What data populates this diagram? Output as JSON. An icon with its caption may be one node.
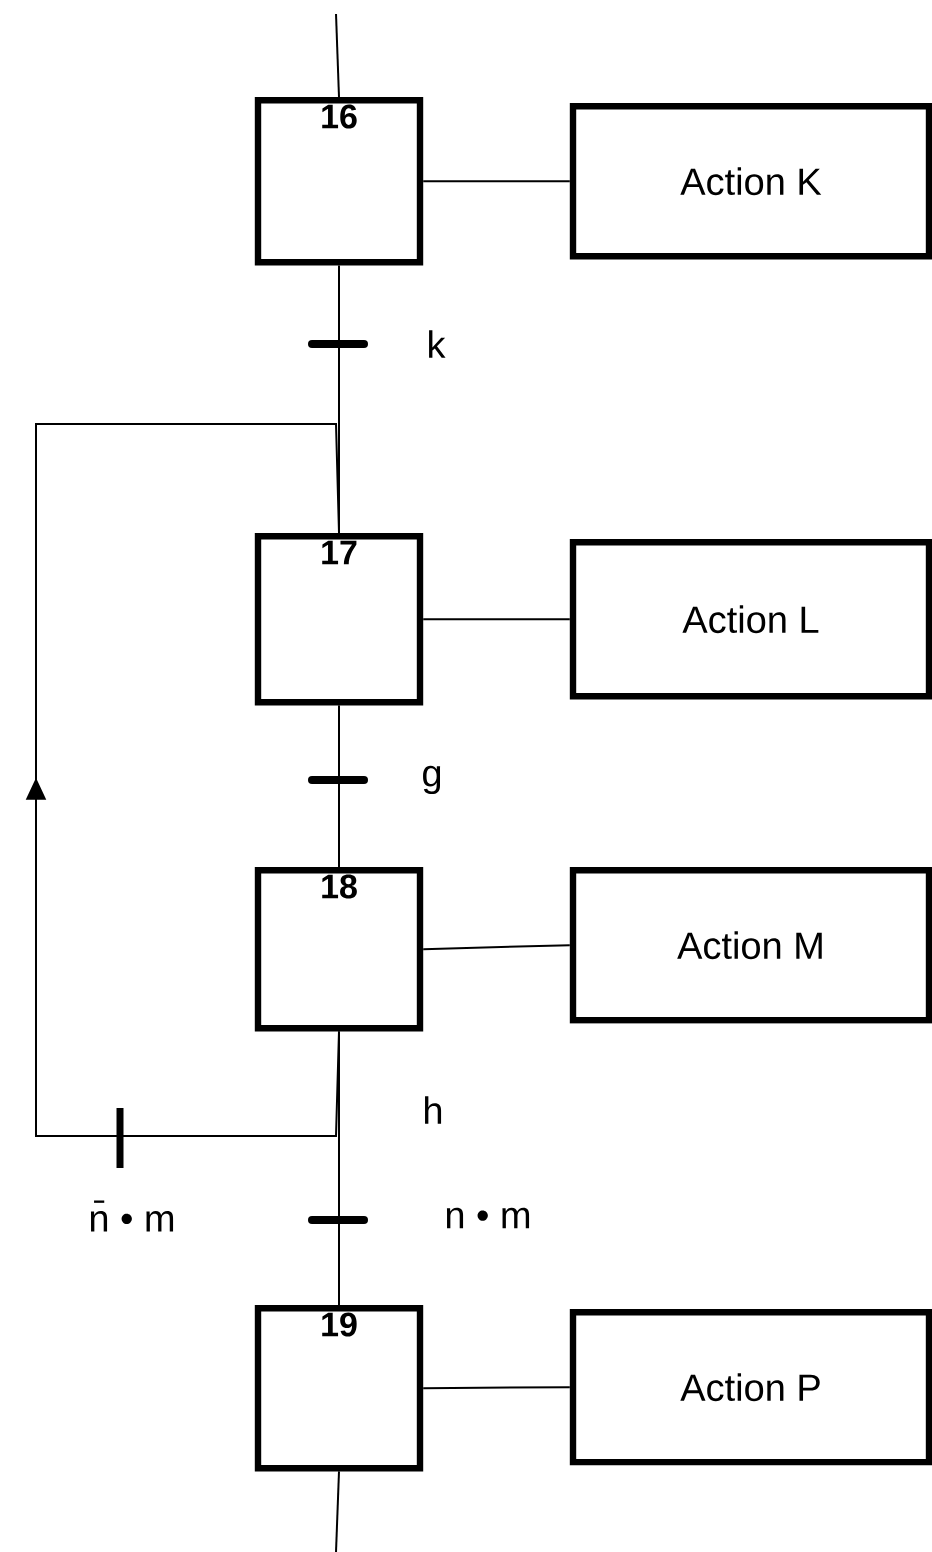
{
  "diagram": {
    "nodes": [
      {
        "text": [
          "16"
        ]
      },
      {
        "text": [
          "Action K"
        ]
      },
      {
        "text": [
          "17"
        ]
      },
      {
        "text": [
          "Action L"
        ]
      },
      {
        "text": [
          "18"
        ]
      },
      {
        "text": [
          "Action M"
        ]
      },
      {
        "text": [
          "19"
        ]
      },
      {
        "text": [
          "Action P"
        ]
      }
    ],
    "edges": [
      {
        "from": null,
        "to": 0,
        "arrow": "none"
      },
      {
        "from": 0,
        "to": 1,
        "arrow": "none"
      },
      {
        "from": 0,
        "to": 2,
        "arrow": "none",
        "label": "k"
      },
      {
        "from": 2,
        "to": 3,
        "arrow": "none"
      },
      {
        "from": 2,
        "to": 4,
        "arrow": "none",
        "label": "g"
      },
      {
        "from": 4,
        "to": 5,
        "arrow": "none"
      },
      {
        "from": 4,
        "to": 2,
        "arrow": "to",
        "label": "n̄ • m"
      },
      {
        "from": 4,
        "to": 6,
        "arrow": "none",
        "label": "n • m"
      },
      {
        "from": 6,
        "to": 7,
        "arrow": "none"
      },
      {
        "from": 6,
        "to": null,
        "arrow": "none"
      }
    ],
    "labels": [
      "h"
    ]
  }
}
